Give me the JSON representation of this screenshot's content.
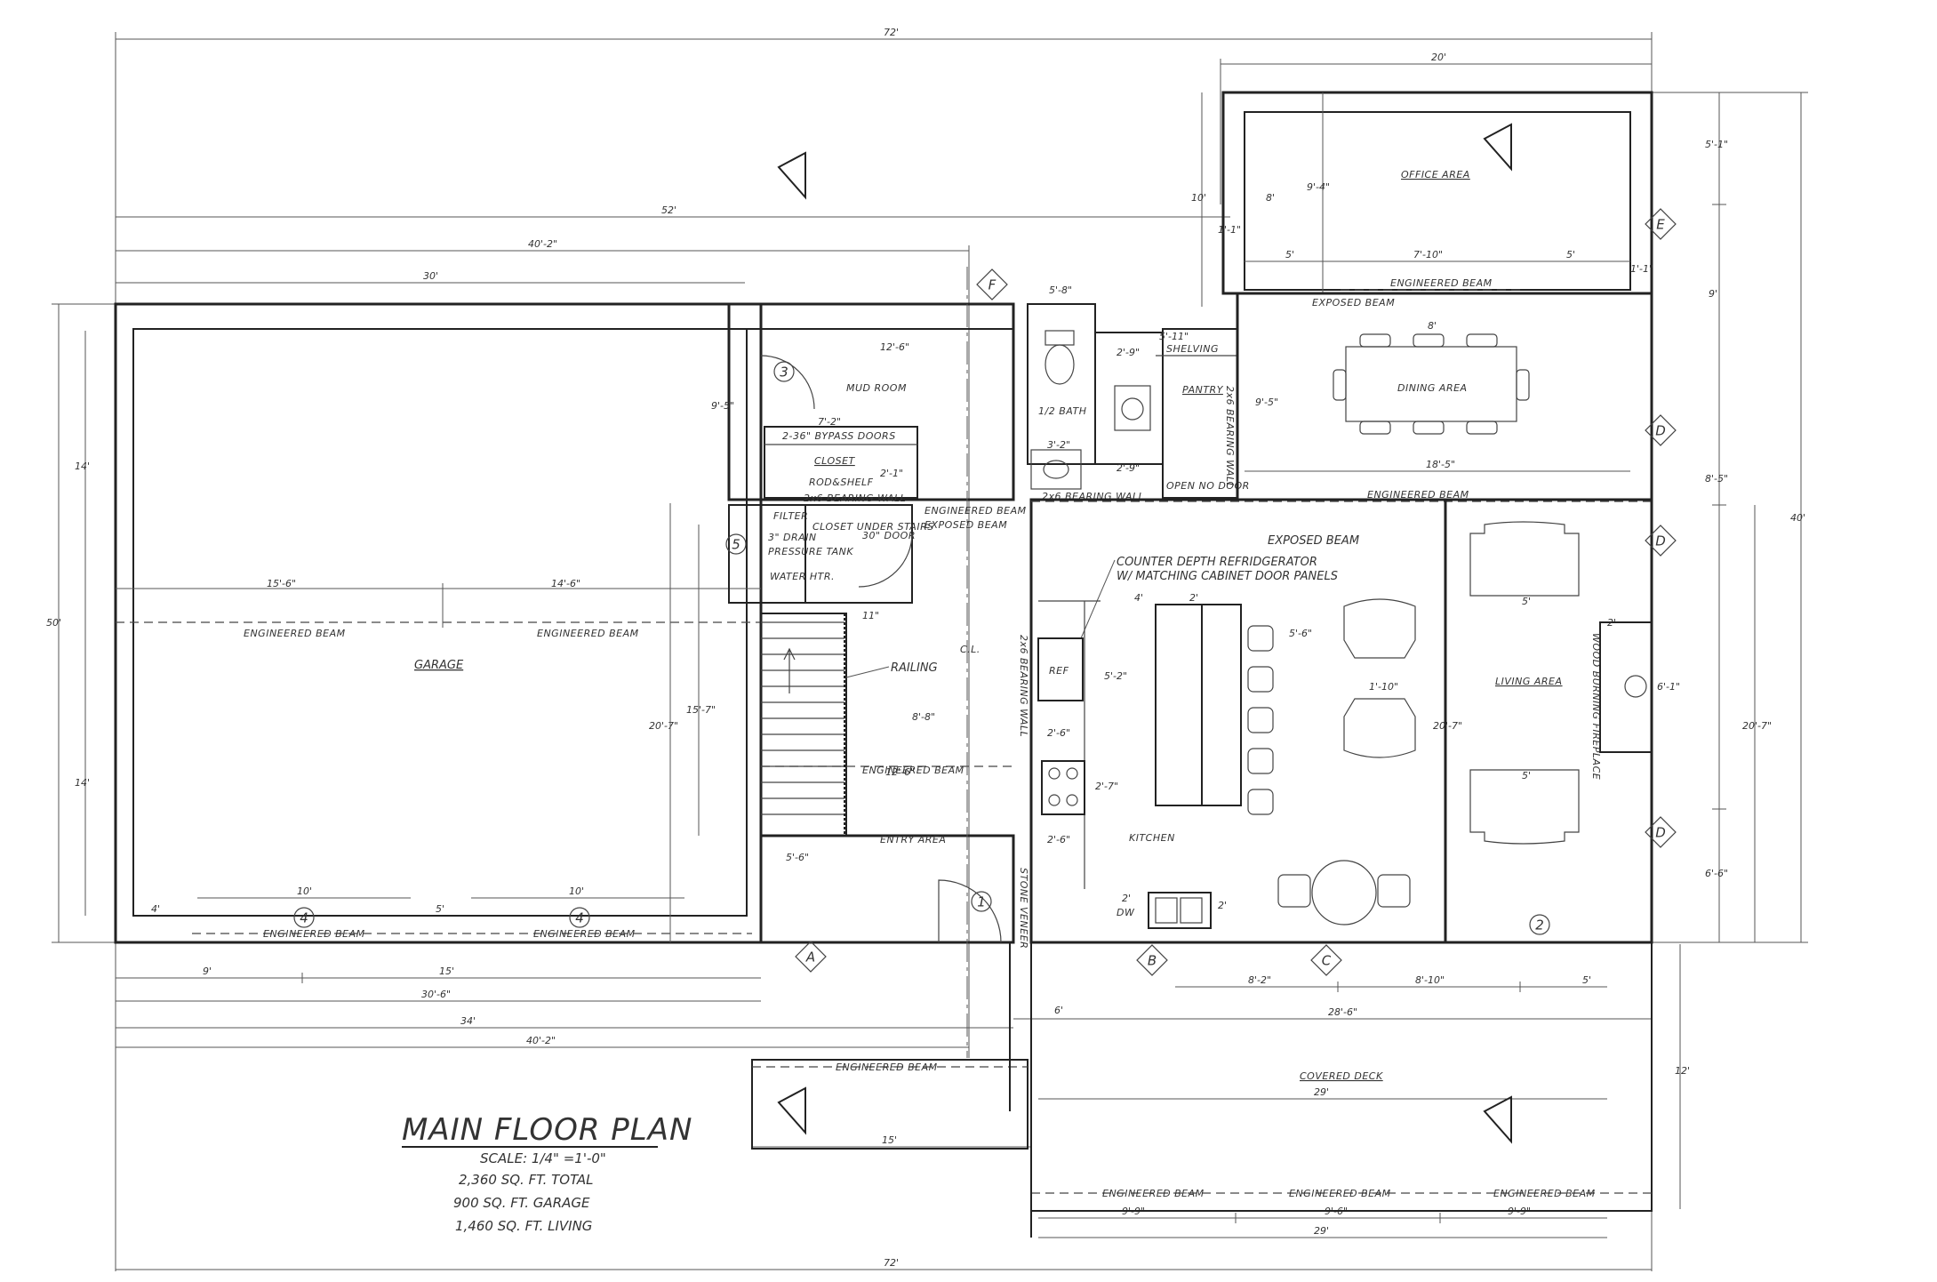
{
  "title_block": {
    "title": "MAIN FLOOR PLAN",
    "scale": "SCALE: 1/4\" =1'-0\"",
    "total": "2,360 SQ. FT. TOTAL",
    "garage": "900 SQ. FT. GARAGE",
    "living": "1,460 SQ. FT. LIVING"
  },
  "rooms": {
    "garage": "GARAGE",
    "mud_room": "MUD ROOM",
    "closet": "CLOSET",
    "half_bath": "1/2 BATH",
    "pantry": "PANTRY",
    "office": "OFFICE AREA",
    "dining": "DINING AREA",
    "kitchen": "KITCHEN",
    "living": "LIVING AREA",
    "entry": "ENTRY AREA",
    "covered_deck": "COVERED DECK"
  },
  "notes": {
    "exposed_beam": "EXPOSED BEAM",
    "engineered_beam": "ENGINEERED BEAM",
    "bearing_wall": "2x6 BEARING WALL",
    "bypass_doors": "2-36\" BYPASS DOORS",
    "rod_shelf": "ROD&SHELF",
    "closet_under_stairs": "CLOSET UNDER STAIRS",
    "door_30": "30\" DOOR",
    "filter": "FILTER",
    "drain": "3\" DRAIN",
    "pressure_tank": "PRESSURE TANK",
    "water_heater": "WATER HTR.",
    "railing": "RAILING",
    "shelving": "SHELVING",
    "open_door": "OPEN NO DOOR",
    "fridge_1": "COUNTER DEPTH REFRIDGERATOR",
    "fridge_2": "W/ MATCHING CABINET DOOR PANELS",
    "ref": "REF",
    "dw": "DW",
    "stone_veneer": "STONE VENEER",
    "centerline": "C.L.",
    "fireplace": "WOOD BURNING FIREPLACE"
  },
  "tags": {
    "circles": [
      "1",
      "2",
      "3",
      "4",
      "4",
      "5"
    ],
    "diamonds": [
      "A",
      "B",
      "C",
      "D",
      "D",
      "D",
      "E",
      "F"
    ]
  },
  "dims": {
    "d72": "72'",
    "d52": "52'",
    "d40_2": "40'-2\"",
    "d30": "30'",
    "d20": "20'",
    "d50": "50'",
    "d14": "14'",
    "d10": "10'",
    "d12_6": "12'-6\"",
    "d7_2": "7'-2\"",
    "d5_8": "5'-8\"",
    "d9_4": "9'-4\"",
    "d8": "8'",
    "d5": "5'",
    "d7_10": "7'-10\"",
    "d18_5": "18'-5\"",
    "d15_6": "15'-6\"",
    "d14_6": "14'-6\"",
    "d15_7": "15'-7\"",
    "d20_7": "20'-7\"",
    "d8_8": "8'-8\"",
    "d5_6": "5'-6\"",
    "d2_6": "2'-6\"",
    "d2_7": "2'-7\"",
    "d5_2": "5'-2\"",
    "d1_10": "1'-10\"",
    "d6_1": "6'-1\"",
    "d8_5": "8'-5\"",
    "d6_6": "6'-6\"",
    "d9": "9'",
    "d15": "15'",
    "d30_6": "30'-6\"",
    "d34": "34'",
    "d28_6": "28'-6\"",
    "d29": "29'",
    "d8_2": "8'-2\"",
    "d8_10": "8'-10\"",
    "d9_9": "9'-9\"",
    "d9_6": "9'-6\"",
    "d12": "12'",
    "d5_1": "5'-1\"",
    "d40": "40'",
    "d9_5": "9'-5\"",
    "d2_1": "2'-1\"",
    "d3_2": "3'-2\"",
    "d5_11": "5'-11\"",
    "d2_9": "2'-9\"",
    "d1_1": "1'-1\"",
    "d4": "4'",
    "d2": "2'",
    "d11": "11\"",
    "d6": "6'"
  }
}
